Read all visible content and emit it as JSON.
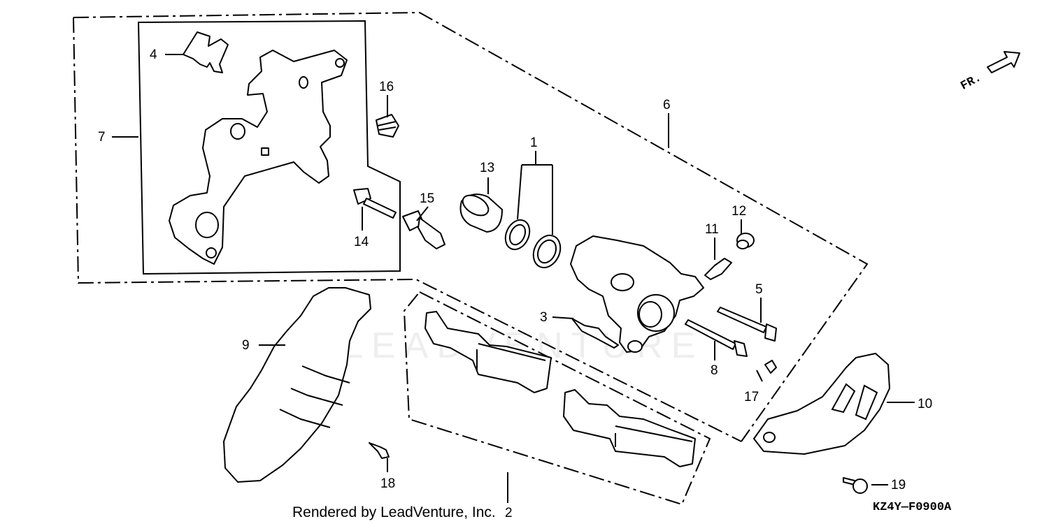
{
  "diagram": {
    "callouts": [
      {
        "id": "1",
        "label": "1"
      },
      {
        "id": "2",
        "label": "2"
      },
      {
        "id": "3",
        "label": "3"
      },
      {
        "id": "4",
        "label": "4"
      },
      {
        "id": "5",
        "label": "5"
      },
      {
        "id": "6",
        "label": "6"
      },
      {
        "id": "7",
        "label": "7"
      },
      {
        "id": "8",
        "label": "8"
      },
      {
        "id": "9",
        "label": "9"
      },
      {
        "id": "10",
        "label": "10"
      },
      {
        "id": "11",
        "label": "11"
      },
      {
        "id": "12",
        "label": "12"
      },
      {
        "id": "13",
        "label": "13"
      },
      {
        "id": "14",
        "label": "14"
      },
      {
        "id": "15",
        "label": "15"
      },
      {
        "id": "16",
        "label": "16"
      },
      {
        "id": "17",
        "label": "17"
      },
      {
        "id": "18",
        "label": "18"
      },
      {
        "id": "19",
        "label": "19"
      }
    ],
    "direction_label": "FR.",
    "watermark": "LEADVENTURE",
    "footer_text": "Rendered by LeadVenture, Inc.",
    "diagram_code": "KZ4Y—F0900A"
  }
}
